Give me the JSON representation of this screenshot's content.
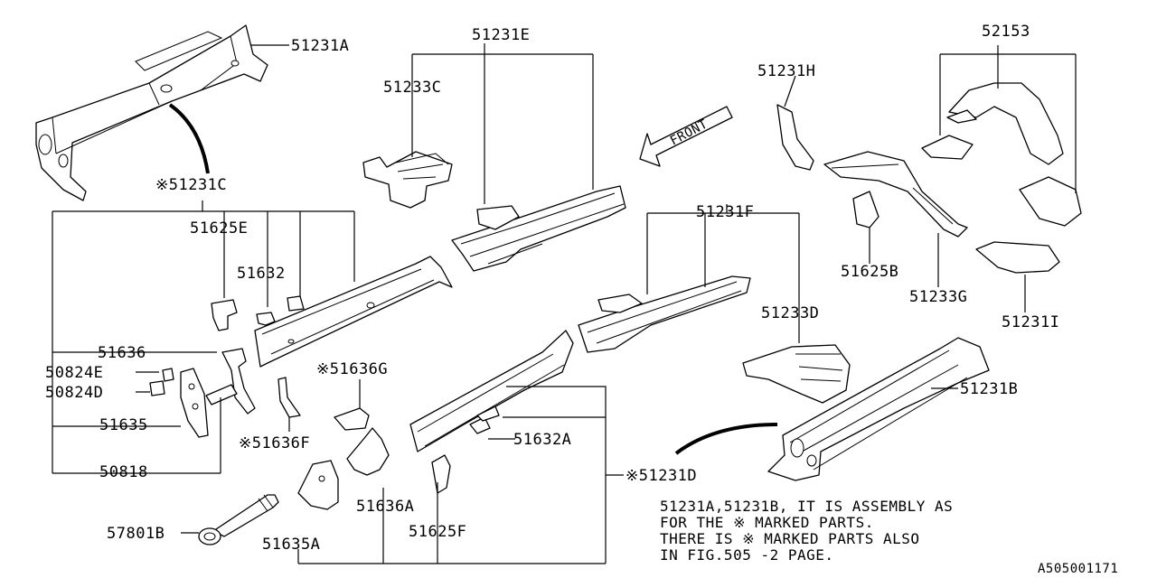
{
  "diagram": {
    "figure_code": "A505001171",
    "front_label": "FRONT",
    "labels": {
      "p51231A": "51231A",
      "p51231E": "51231E",
      "p51233C": "51233C",
      "p51231H": "51231H",
      "p52153": "52153",
      "p51231C": "※51231C",
      "p51625E": "51625E",
      "p51632": "51632",
      "p51231F": "51231F",
      "p51625B": "51625B",
      "p51233G": "51233G",
      "p51231I": "51231I",
      "p51233D": "51233D",
      "p51636": "51636",
      "p50824E": "50824E",
      "p50824D": "50824D",
      "p51636G": "※51636G",
      "p51231B": "51231B",
      "p51635": "51635",
      "p51636F": "※51636F",
      "p51632A": "51632A",
      "p50818": "50818",
      "p51231D": "※51231D",
      "p51636A": "51636A",
      "p57801B": "57801B",
      "p51625F": "51625F",
      "p51635A": "51635A"
    },
    "note_lines": [
      "51231A,51231B, IT IS ASSEMBLY AS",
      "FOR THE ※ MARKED PARTS.",
      "THERE IS ※ MARKED PARTS ALSO",
      "IN FIG.505 -2 PAGE."
    ]
  }
}
